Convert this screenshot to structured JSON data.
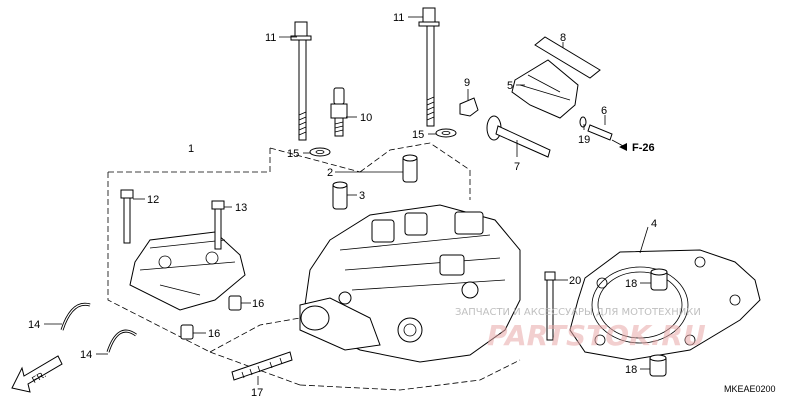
{
  "labels": {
    "part1": "1",
    "part2": "2",
    "part3": "3",
    "part4": "4",
    "part5": "5",
    "part6": "6",
    "part7": "7",
    "part8": "8",
    "part9": "9",
    "part10": "10",
    "part11a": "11",
    "part11b": "11",
    "part12": "12",
    "part13": "13",
    "part14a": "14",
    "part14b": "14",
    "part15a": "15",
    "part15b": "15",
    "part16a": "16",
    "part16b": "16",
    "part17": "17",
    "part18a": "18",
    "part18b": "18",
    "part19": "19",
    "part20": "20"
  },
  "reference": "F-26",
  "direction": "FR.",
  "diagram_code": "MKEAE0200",
  "watermark": {
    "main": "PARTSTOK.RU",
    "sub": "ЗАПЧАСТИ И АКСЕССУАРЫ ДЛЯ МОТОТЕХНИКИ"
  }
}
